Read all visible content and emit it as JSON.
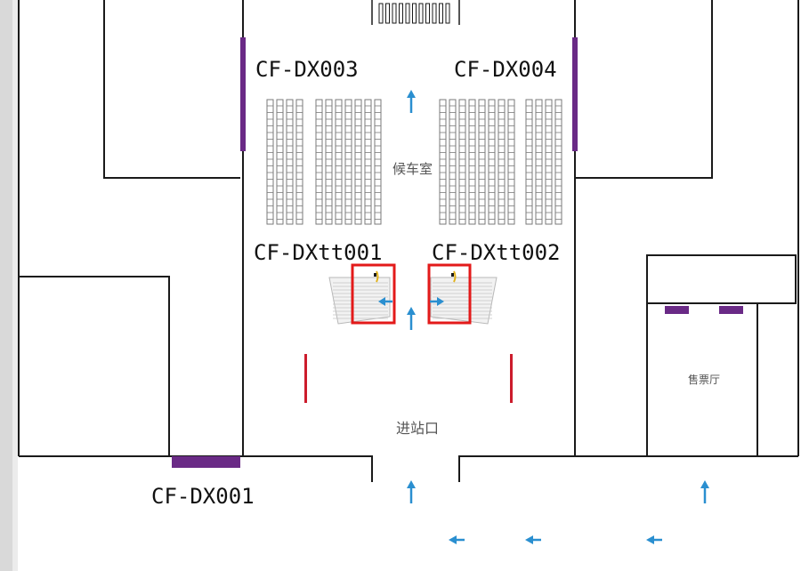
{
  "labels": {
    "dx003": "CF-DX003",
    "dx004": "CF-DX004",
    "dxtt001": "CF-DXtt001",
    "dxtt002": "CF-DXtt002",
    "dx001": "CF-DX001",
    "waiting_room": "候车室",
    "entrance": "进站口",
    "ticket_hall": "售票厅"
  },
  "colors": {
    "wall": "#1a1a1a",
    "ad_board": "#6a2a86",
    "highlight": "#e31a1a",
    "arrow": "#2a8fd0",
    "barrier": "#cc1c2c",
    "bench": "#7a7a7a",
    "side_bar": "#d9d9d9"
  },
  "icons": {
    "arrow_up": "arrow-up-icon",
    "arrow_left": "arrow-left-icon",
    "arrow_right": "arrow-right-icon"
  }
}
